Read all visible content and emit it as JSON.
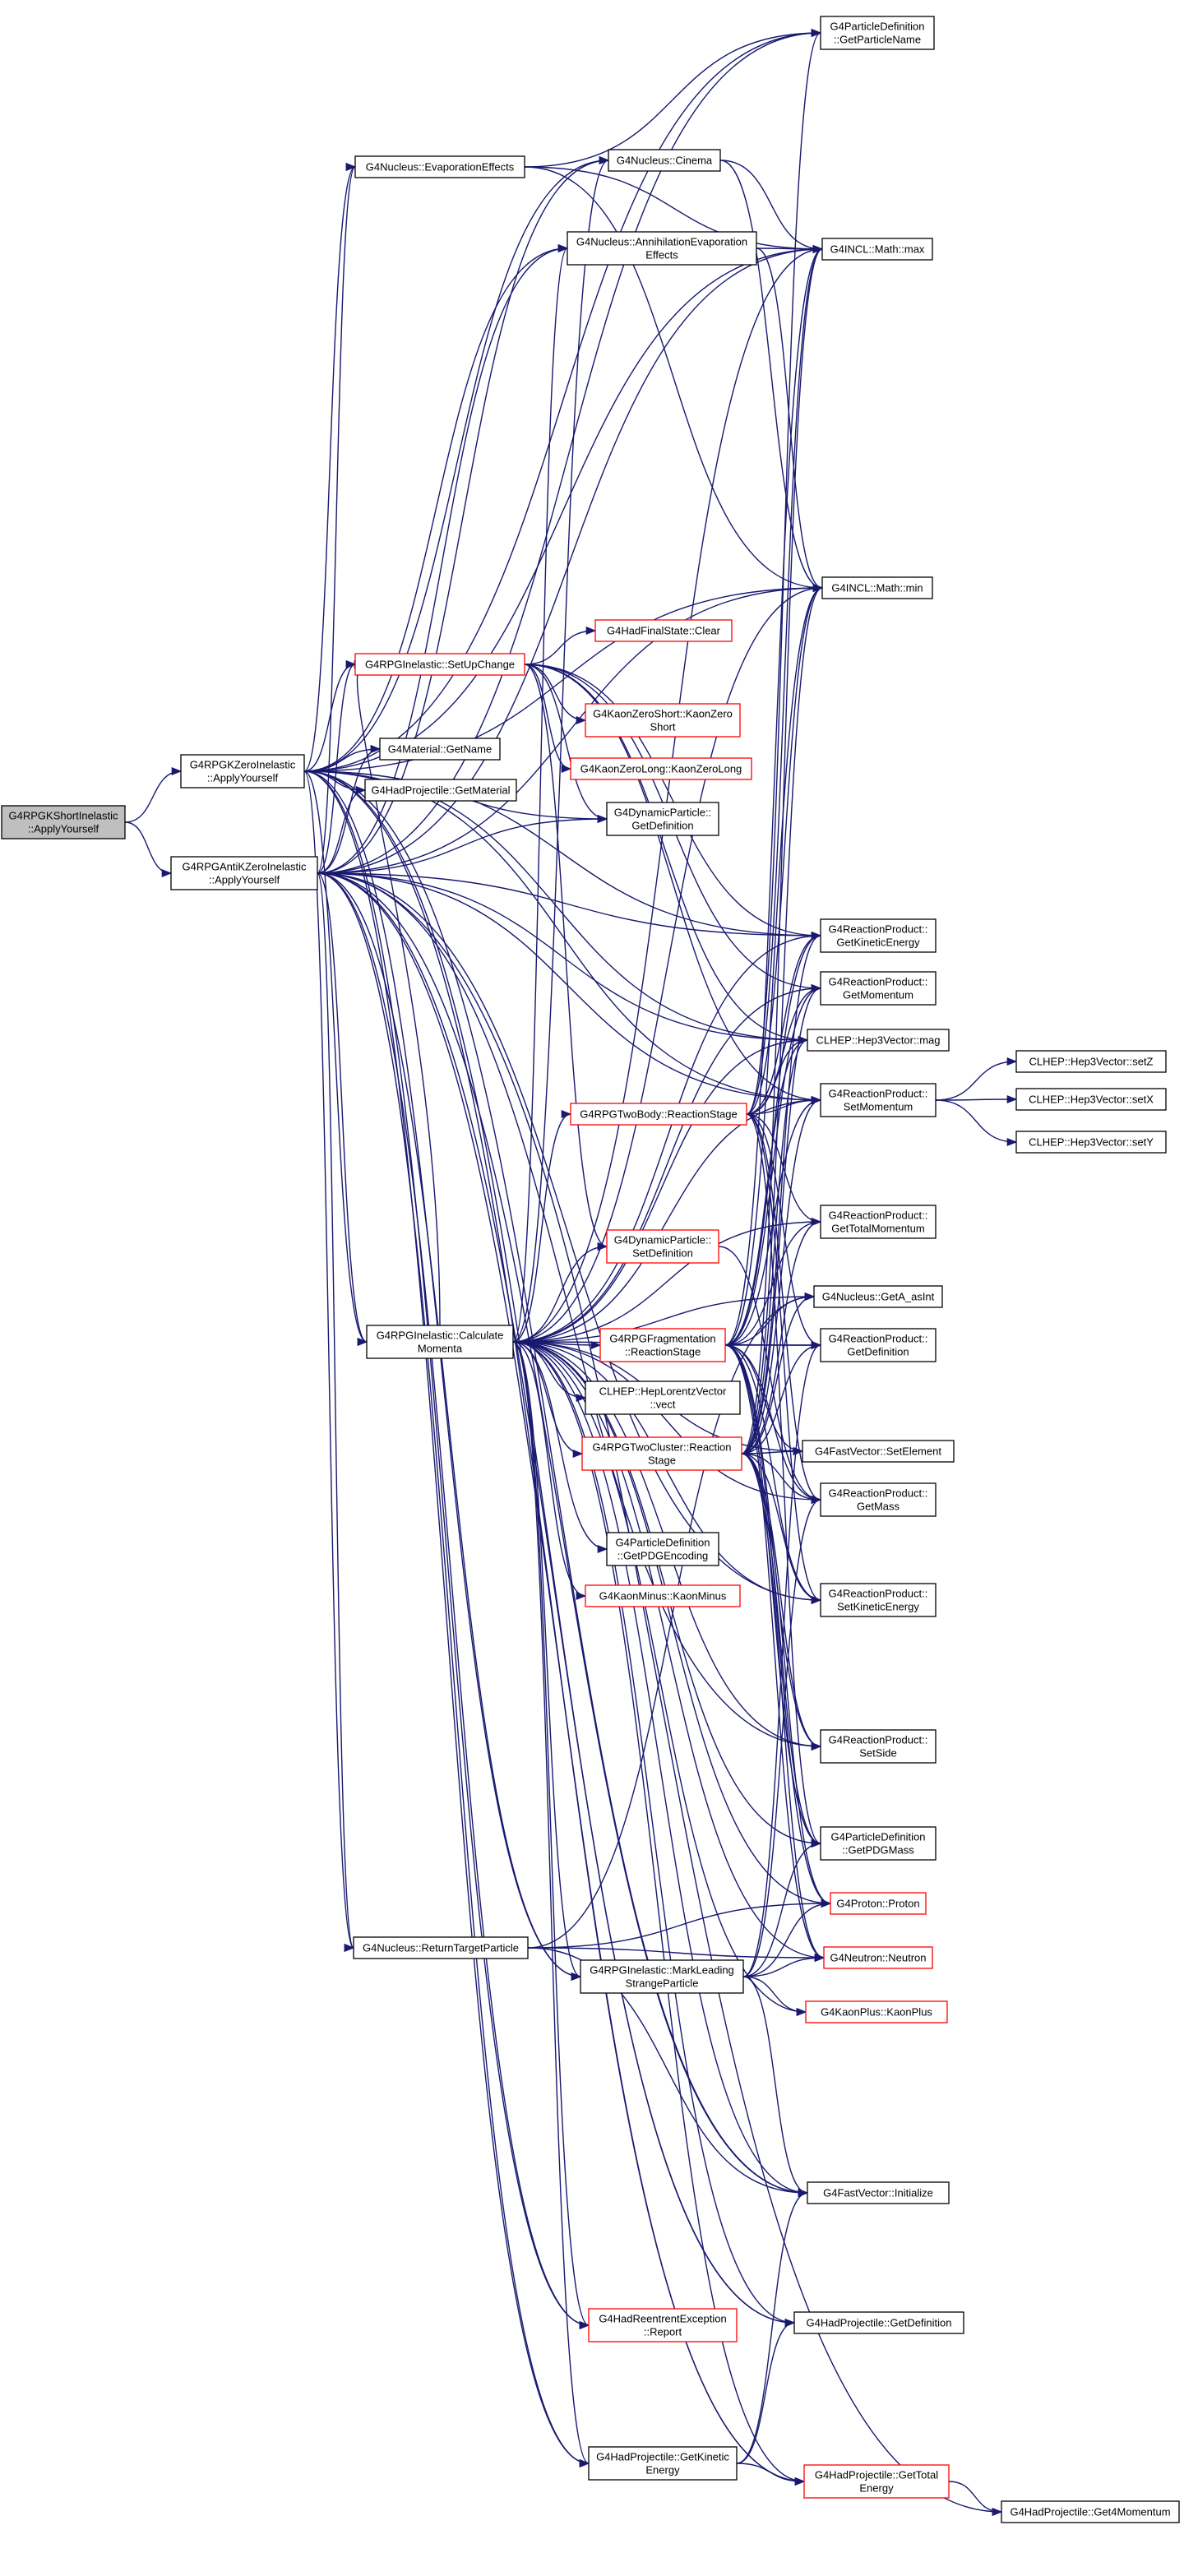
{
  "colors": {
    "edge": "#191970",
    "node_border_black": "#000000",
    "node_border_red": "#ff0000",
    "root_fill": "#bfbfbf",
    "node_fill": "#ffffff"
  },
  "nodes": [
    {
      "id": "root",
      "lines": [
        "G4RPGKShortInelastic",
        "::ApplyYourself"
      ],
      "border": "black",
      "fill": "grey"
    },
    {
      "id": "kzero_apply",
      "lines": [
        "G4RPGKZeroInelastic",
        "::ApplyYourself"
      ],
      "border": "black"
    },
    {
      "id": "antik_apply",
      "lines": [
        "G4RPGAntiKZeroInelastic",
        "::ApplyYourself"
      ],
      "border": "black"
    },
    {
      "id": "evap",
      "lines": [
        "G4Nucleus::EvaporationEffects"
      ],
      "border": "black"
    },
    {
      "id": "setupchange",
      "lines": [
        "G4RPGInelastic::SetUpChange"
      ],
      "border": "red"
    },
    {
      "id": "getname",
      "lines": [
        "G4Material::GetName"
      ],
      "border": "black"
    },
    {
      "id": "getmaterial",
      "lines": [
        "G4HadProjectile::GetMaterial"
      ],
      "border": "black"
    },
    {
      "id": "calcmomenta",
      "lines": [
        "G4RPGInelastic::Calculate",
        "Momenta"
      ],
      "border": "black"
    },
    {
      "id": "returntarget",
      "lines": [
        "G4Nucleus::ReturnTargetParticle"
      ],
      "border": "black"
    },
    {
      "id": "cinema",
      "lines": [
        "G4Nucleus::Cinema"
      ],
      "border": "black"
    },
    {
      "id": "annihil",
      "lines": [
        "G4Nucleus::AnnihilationEvaporation",
        "Effects"
      ],
      "border": "black"
    },
    {
      "id": "hadfinal_clear",
      "lines": [
        "G4HadFinalState::Clear"
      ],
      "border": "red"
    },
    {
      "id": "kzeroshort",
      "lines": [
        "G4KaonZeroShort::KaonZero",
        "Short"
      ],
      "border": "red"
    },
    {
      "id": "kzerolong",
      "lines": [
        "G4KaonZeroLong::KaonZeroLong"
      ],
      "border": "red"
    },
    {
      "id": "dyn_getdef",
      "lines": [
        "G4DynamicParticle::",
        "GetDefinition"
      ],
      "border": "black"
    },
    {
      "id": "twobody",
      "lines": [
        "G4RPGTwoBody::ReactionStage"
      ],
      "border": "red"
    },
    {
      "id": "dyn_setdef",
      "lines": [
        "G4DynamicParticle::",
        "SetDefinition"
      ],
      "border": "red"
    },
    {
      "id": "fragmentation",
      "lines": [
        "G4RPGFragmentation",
        "::ReactionStage"
      ],
      "border": "red"
    },
    {
      "id": "lorentz_vect",
      "lines": [
        "CLHEP::HepLorentzVector",
        "::vect"
      ],
      "border": "black"
    },
    {
      "id": "twocluster",
      "lines": [
        "G4RPGTwoCluster::Reaction",
        "Stage"
      ],
      "border": "red"
    },
    {
      "id": "pdgencoding",
      "lines": [
        "G4ParticleDefinition",
        "::GetPDGEncoding"
      ],
      "border": "black"
    },
    {
      "id": "kaonminus",
      "lines": [
        "G4KaonMinus::KaonMinus"
      ],
      "border": "red"
    },
    {
      "id": "markleading",
      "lines": [
        "G4RPGInelastic::MarkLeading",
        "StrangeParticle"
      ],
      "border": "black"
    },
    {
      "id": "reentrant",
      "lines": [
        "G4HadReentrentException",
        "::Report"
      ],
      "border": "red"
    },
    {
      "id": "getkinetic",
      "lines": [
        "G4HadProjectile::GetKinetic",
        "Energy"
      ],
      "border": "black"
    },
    {
      "id": "particlename",
      "lines": [
        "G4ParticleDefinition",
        "::GetParticleName"
      ],
      "border": "black"
    },
    {
      "id": "mathmax",
      "lines": [
        "G4INCL::Math::max"
      ],
      "border": "black"
    },
    {
      "id": "mathmin",
      "lines": [
        "G4INCL::Math::min"
      ],
      "border": "black"
    },
    {
      "id": "rp_getkinetic",
      "lines": [
        "G4ReactionProduct::",
        "GetKineticEnergy"
      ],
      "border": "black"
    },
    {
      "id": "rp_getmomentum",
      "lines": [
        "G4ReactionProduct::",
        "GetMomentum"
      ],
      "border": "black"
    },
    {
      "id": "hep3_mag",
      "lines": [
        "CLHEP::Hep3Vector::mag"
      ],
      "border": "black"
    },
    {
      "id": "rp_setmomentum",
      "lines": [
        "G4ReactionProduct::",
        "SetMomentum"
      ],
      "border": "black"
    },
    {
      "id": "rp_gettotalmom",
      "lines": [
        "G4ReactionProduct::",
        "GetTotalMomentum"
      ],
      "border": "black"
    },
    {
      "id": "nucleus_geta",
      "lines": [
        "G4Nucleus::GetA_asInt"
      ],
      "border": "black"
    },
    {
      "id": "rp_getdef",
      "lines": [
        "G4ReactionProduct::",
        "GetDefinition"
      ],
      "border": "black"
    },
    {
      "id": "fast_setelement",
      "lines": [
        "G4FastVector::SetElement"
      ],
      "border": "black"
    },
    {
      "id": "rp_getmass",
      "lines": [
        "G4ReactionProduct::",
        "GetMass"
      ],
      "border": "black"
    },
    {
      "id": "rp_setkinetic",
      "lines": [
        "G4ReactionProduct::",
        "SetKineticEnergy"
      ],
      "border": "black"
    },
    {
      "id": "rp_setside",
      "lines": [
        "G4ReactionProduct::",
        "SetSide"
      ],
      "border": "black"
    },
    {
      "id": "pdgmass",
      "lines": [
        "G4ParticleDefinition",
        "::GetPDGMass"
      ],
      "border": "black"
    },
    {
      "id": "proton",
      "lines": [
        "G4Proton::Proton"
      ],
      "border": "red"
    },
    {
      "id": "neutron",
      "lines": [
        "G4Neutron::Neutron"
      ],
      "border": "red"
    },
    {
      "id": "kaonplus",
      "lines": [
        "G4KaonPlus::KaonPlus"
      ],
      "border": "red"
    },
    {
      "id": "fast_initialize",
      "lines": [
        "G4FastVector::Initialize"
      ],
      "border": "black"
    },
    {
      "id": "hp_getdef",
      "lines": [
        "G4HadProjectile::GetDefinition"
      ],
      "border": "black"
    },
    {
      "id": "hp_gettotal",
      "lines": [
        "G4HadProjectile::GetTotal",
        "Energy"
      ],
      "border": "red"
    },
    {
      "id": "hep3_setz",
      "lines": [
        "CLHEP::Hep3Vector::setZ"
      ],
      "border": "black"
    },
    {
      "id": "hep3_setx",
      "lines": [
        "CLHEP::Hep3Vector::setX"
      ],
      "border": "black"
    },
    {
      "id": "hep3_sety",
      "lines": [
        "CLHEP::Hep3Vector::setY"
      ],
      "border": "black"
    },
    {
      "id": "hp_get4mom",
      "lines": [
        "G4HadProjectile::Get4Momentum"
      ],
      "border": "black"
    }
  ],
  "edges": [
    [
      "root",
      "kzero_apply"
    ],
    [
      "root",
      "antik_apply"
    ],
    [
      "kzero_apply",
      "evap"
    ],
    [
      "kzero_apply",
      "setupchange"
    ],
    [
      "kzero_apply",
      "getname"
    ],
    [
      "kzero_apply",
      "getmaterial"
    ],
    [
      "kzero_apply",
      "calcmomenta"
    ],
    [
      "kzero_apply",
      "returntarget"
    ],
    [
      "kzero_apply",
      "cinema"
    ],
    [
      "kzero_apply",
      "annihil"
    ],
    [
      "kzero_apply",
      "particlename"
    ],
    [
      "kzero_apply",
      "mathmax"
    ],
    [
      "kzero_apply",
      "mathmin"
    ],
    [
      "kzero_apply",
      "dyn_getdef"
    ],
    [
      "kzero_apply",
      "rp_getkinetic"
    ],
    [
      "kzero_apply",
      "rp_setmomentum"
    ],
    [
      "kzero_apply",
      "hep3_mag"
    ],
    [
      "kzero_apply",
      "getkinetic"
    ],
    [
      "kzero_apply",
      "hp_getdef"
    ],
    [
      "kzero_apply",
      "fast_initialize"
    ],
    [
      "kzero_apply",
      "reentrant"
    ],
    [
      "kzero_apply",
      "markleading"
    ],
    [
      "kzero_apply",
      "hp_gettotal"
    ],
    [
      "antik_apply",
      "evap"
    ],
    [
      "antik_apply",
      "setupchange"
    ],
    [
      "antik_apply",
      "getname"
    ],
    [
      "antik_apply",
      "getmaterial"
    ],
    [
      "antik_apply",
      "calcmomenta"
    ],
    [
      "antik_apply",
      "returntarget"
    ],
    [
      "antik_apply",
      "cinema"
    ],
    [
      "antik_apply",
      "annihil"
    ],
    [
      "antik_apply",
      "particlename"
    ],
    [
      "antik_apply",
      "mathmax"
    ],
    [
      "antik_apply",
      "mathmin"
    ],
    [
      "antik_apply",
      "dyn_getdef"
    ],
    [
      "antik_apply",
      "rp_getkinetic"
    ],
    [
      "antik_apply",
      "rp_setmomentum"
    ],
    [
      "antik_apply",
      "hep3_mag"
    ],
    [
      "antik_apply",
      "getkinetic"
    ],
    [
      "antik_apply",
      "hp_getdef"
    ],
    [
      "antik_apply",
      "fast_initialize"
    ],
    [
      "antik_apply",
      "reentrant"
    ],
    [
      "antik_apply",
      "markleading"
    ],
    [
      "antik_apply",
      "hp_gettotal"
    ],
    [
      "antik_apply",
      "hp_get4mom"
    ],
    [
      "antik_apply",
      "rp_setkinetic"
    ],
    [
      "antik_apply",
      "rp_setside"
    ],
    [
      "evap",
      "particlename"
    ],
    [
      "evap",
      "mathmax"
    ],
    [
      "evap",
      "mathmin"
    ],
    [
      "cinema",
      "mathmax"
    ],
    [
      "cinema",
      "mathmin"
    ],
    [
      "annihil",
      "mathmax"
    ],
    [
      "annihil",
      "mathmin"
    ],
    [
      "setupchange",
      "hadfinal_clear"
    ],
    [
      "setupchange",
      "kzeroshort"
    ],
    [
      "setupchange",
      "kzerolong"
    ],
    [
      "setupchange",
      "dyn_getdef"
    ],
    [
      "setupchange",
      "dyn_setdef"
    ],
    [
      "setupchange",
      "rp_getkinetic"
    ],
    [
      "setupchange",
      "rp_getmomentum"
    ],
    [
      "setupchange",
      "rp_setmomentum"
    ],
    [
      "setupchange",
      "hep3_mag"
    ],
    [
      "calcmomenta",
      "cinema"
    ],
    [
      "calcmomenta",
      "annihil"
    ],
    [
      "calcmomenta",
      "setupchange"
    ],
    [
      "calcmomenta",
      "twobody"
    ],
    [
      "calcmomenta",
      "dyn_setdef"
    ],
    [
      "calcmomenta",
      "fragmentation"
    ],
    [
      "calcmomenta",
      "lorentz_vect"
    ],
    [
      "calcmomenta",
      "twocluster"
    ],
    [
      "calcmomenta",
      "pdgencoding"
    ],
    [
      "calcmomenta",
      "kaonminus"
    ],
    [
      "calcmomenta",
      "markleading"
    ],
    [
      "calcmomenta",
      "reentrant"
    ],
    [
      "calcmomenta",
      "getkinetic"
    ],
    [
      "calcmomenta",
      "mathmax"
    ],
    [
      "calcmomenta",
      "mathmin"
    ],
    [
      "calcmomenta",
      "rp_getkinetic"
    ],
    [
      "calcmomenta",
      "rp_getmomentum"
    ],
    [
      "calcmomenta",
      "hep3_mag"
    ],
    [
      "calcmomenta",
      "rp_setmomentum"
    ],
    [
      "calcmomenta",
      "rp_gettotalmom"
    ],
    [
      "calcmomenta",
      "nucleus_geta"
    ],
    [
      "calcmomenta",
      "rp_getdef"
    ],
    [
      "calcmomenta",
      "fast_setelement"
    ],
    [
      "calcmomenta",
      "rp_getmass"
    ],
    [
      "calcmomenta",
      "rp_setkinetic"
    ],
    [
      "calcmomenta",
      "rp_setside"
    ],
    [
      "calcmomenta",
      "pdgmass"
    ],
    [
      "calcmomenta",
      "proton"
    ],
    [
      "calcmomenta",
      "neutron"
    ],
    [
      "calcmomenta",
      "kaonplus"
    ],
    [
      "calcmomenta",
      "fast_initialize"
    ],
    [
      "calcmomenta",
      "hp_getdef"
    ],
    [
      "calcmomenta",
      "hp_gettotal"
    ],
    [
      "returntarget",
      "nucleus_geta"
    ],
    [
      "returntarget",
      "proton"
    ],
    [
      "returntarget",
      "neutron"
    ],
    [
      "returntarget",
      "fast_initialize"
    ],
    [
      "twobody",
      "mathmax"
    ],
    [
      "twobody",
      "mathmin"
    ],
    [
      "twobody",
      "rp_getkinetic"
    ],
    [
      "twobody",
      "rp_getmomentum"
    ],
    [
      "twobody",
      "hep3_mag"
    ],
    [
      "twobody",
      "rp_setmomentum"
    ],
    [
      "twobody",
      "rp_gettotalmom"
    ],
    [
      "twobody",
      "rp_getdef"
    ],
    [
      "twobody",
      "rp_getmass"
    ],
    [
      "twobody",
      "rp_setkinetic"
    ],
    [
      "twobody",
      "pdgmass"
    ],
    [
      "twobody",
      "particlename"
    ],
    [
      "dyn_setdef",
      "rp_getmass"
    ],
    [
      "fragmentation",
      "mathmax"
    ],
    [
      "fragmentation",
      "mathmin"
    ],
    [
      "fragmentation",
      "rp_getkinetic"
    ],
    [
      "fragmentation",
      "rp_getmomentum"
    ],
    [
      "fragmentation",
      "hep3_mag"
    ],
    [
      "fragmentation",
      "rp_setmomentum"
    ],
    [
      "fragmentation",
      "rp_gettotalmom"
    ],
    [
      "fragmentation",
      "nucleus_geta"
    ],
    [
      "fragmentation",
      "rp_getdef"
    ],
    [
      "fragmentation",
      "fast_setelement"
    ],
    [
      "fragmentation",
      "rp_getmass"
    ],
    [
      "fragmentation",
      "rp_setkinetic"
    ],
    [
      "fragmentation",
      "rp_setside"
    ],
    [
      "fragmentation",
      "pdgmass"
    ],
    [
      "fragmentation",
      "proton"
    ],
    [
      "fragmentation",
      "neutron"
    ],
    [
      "twocluster",
      "mathmax"
    ],
    [
      "twocluster",
      "mathmin"
    ],
    [
      "twocluster",
      "rp_getkinetic"
    ],
    [
      "twocluster",
      "rp_getmomentum"
    ],
    [
      "twocluster",
      "hep3_mag"
    ],
    [
      "twocluster",
      "rp_setmomentum"
    ],
    [
      "twocluster",
      "rp_gettotalmom"
    ],
    [
      "twocluster",
      "nucleus_geta"
    ],
    [
      "twocluster",
      "rp_getdef"
    ],
    [
      "twocluster",
      "fast_setelement"
    ],
    [
      "twocluster",
      "rp_getmass"
    ],
    [
      "twocluster",
      "rp_setkinetic"
    ],
    [
      "twocluster",
      "rp_setside"
    ],
    [
      "twocluster",
      "pdgmass"
    ],
    [
      "twocluster",
      "proton"
    ],
    [
      "twocluster",
      "neutron"
    ],
    [
      "markleading",
      "rp_getdef"
    ],
    [
      "markleading",
      "rp_getmass"
    ],
    [
      "markleading",
      "pdgmass"
    ],
    [
      "markleading",
      "proton"
    ],
    [
      "markleading",
      "neutron"
    ],
    [
      "markleading",
      "kaonplus"
    ],
    [
      "markleading",
      "fast_initialize"
    ],
    [
      "getkinetic",
      "hp_getdef"
    ],
    [
      "getkinetic",
      "hp_gettotal"
    ],
    [
      "getkinetic",
      "fast_initialize"
    ],
    [
      "hp_gettotal",
      "hp_get4mom"
    ],
    [
      "rp_setmomentum",
      "hep3_setz"
    ],
    [
      "rp_setmomentum",
      "hep3_setx"
    ],
    [
      "rp_setmomentum",
      "hep3_sety"
    ]
  ]
}
